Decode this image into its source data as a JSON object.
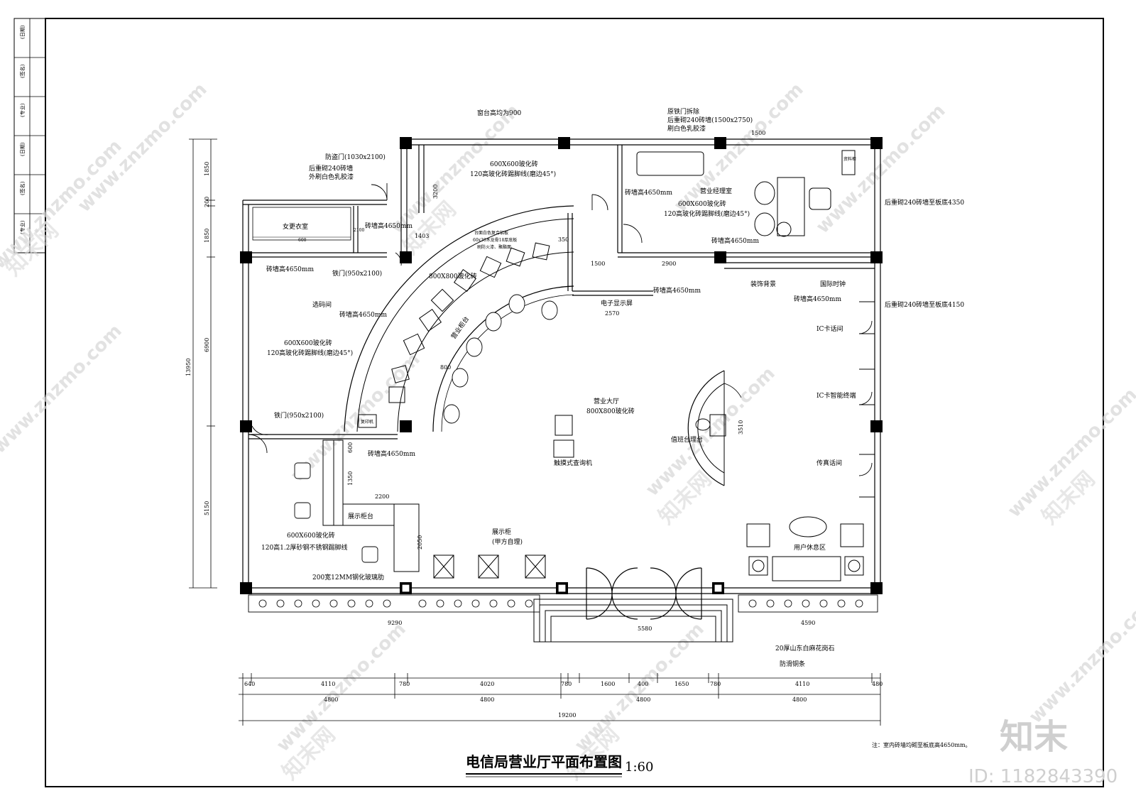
{
  "title": {
    "main": "电信局营业厅平面布置图",
    "scale": "1:60"
  },
  "note": "注：室内砖墙均砌至板底高4650mm。",
  "watermark": {
    "site": "www.znzmo.com",
    "brand_cn": "知末网",
    "logo": "知末",
    "id": "ID: 1182843390"
  },
  "title_block": [
    "(日期)",
    "(签名)",
    "(专业)",
    "(日期)",
    "(签名)",
    "(专业)"
  ],
  "rooms": {
    "women_locker": "女更衣室",
    "code_room": "选码间",
    "manager_room": "营业经理室",
    "hall": "营业大厅",
    "hall_floor": "800X800玻化砖",
    "service_counter": "营业柜台",
    "counter_floor": "800X800玻化砖",
    "display_counter": "展示柜台",
    "display_cabinet": "展示柜",
    "display_cabinet_note": "(甲方自理)",
    "touch_kiosk": "触摸式查询机",
    "rest_area": "用户休息区",
    "value_desk": "值班台理台",
    "ic_phone": "IC卡话间",
    "ic_terminal": "IC卡智能终端",
    "fax_room": "传真话间",
    "world_clock": "国际时钟",
    "deco_wall": "装饰背景",
    "led_screen": "电子显示屏",
    "copier": "复印机",
    "file_cabinet": "资料柜"
  },
  "annotations": {
    "window_sill": "窗台高均为900",
    "old_door_1": "原铁门拆除",
    "old_door_2": "后重砌240砖墙(1500x2750)",
    "old_door_3": "刷白色乳胶漆",
    "theft_door_1": "防盗门(1030x2100)",
    "theft_door_2": "后重砌240砖墙",
    "theft_door_3": "外刷白色乳胶漆",
    "tile_600": "600X600玻化砖",
    "skirt_45": "120高玻化砖踢脚线(磨边45°)",
    "skirt_steel": "120高1.2厚砂钢不锈钢踢脚线",
    "wall_4650": "砖墙高4650mm",
    "iron_door": "铁门(950x2100)",
    "rebuild_4350": "后重砌240砖墙至板底4350",
    "rebuild_4150": "后重砌240砖墙至板底4150",
    "glass_rail": "200宽12MM钢化玻璃肋",
    "granite": "20厚山东白麻花岗石",
    "anti_slip": "防滑铜条",
    "counter_note_1": "台面白色复合铝板",
    "counter_note_2": "60x30木龙骨18厚底板",
    "counter_note_3": "刷防火漆、聚酯面"
  },
  "dimensions": {
    "left_vertical": [
      "1850",
      "200",
      "1850",
      "6900",
      "5150"
    ],
    "left_total": "13950",
    "bottom_row1": [
      "640",
      "4110",
      "780",
      "4020",
      "780",
      "1600",
      "400",
      "1650",
      "780",
      "4110",
      "480"
    ],
    "bottom_row2": [
      "4800",
      "4800",
      "4800",
      "4800"
    ],
    "bottom_total": "19200",
    "misc": [
      "3200",
      "1500",
      "1500",
      "2900",
      "2570",
      "1403",
      "350",
      "600",
      "1350",
      "2200",
      "2050",
      "800",
      "3510",
      "9290",
      "4590",
      "5580",
      "2100",
      "600"
    ]
  }
}
